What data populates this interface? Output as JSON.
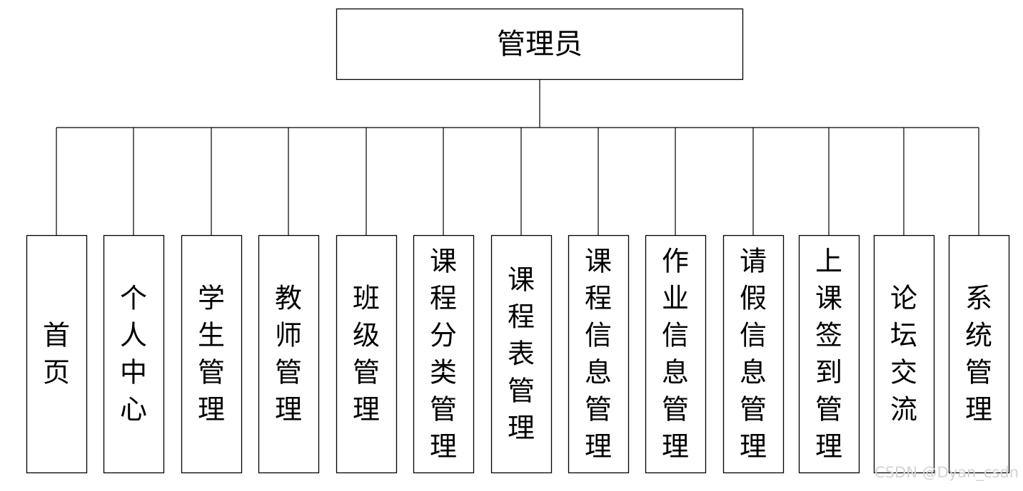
{
  "root": {
    "label": "管理员"
  },
  "children": [
    {
      "label": "首页"
    },
    {
      "label": "个人中心"
    },
    {
      "label": "学生管理"
    },
    {
      "label": "教师管理"
    },
    {
      "label": "班级管理"
    },
    {
      "label": "课程分类管理"
    },
    {
      "label": "课程表管理"
    },
    {
      "label": "课程信息管理"
    },
    {
      "label": "作业信息管理"
    },
    {
      "label": "请假信息管理"
    },
    {
      "label": "上课签到管理"
    },
    {
      "label": "论坛交流"
    },
    {
      "label": "系统管理"
    }
  ],
  "watermark": "CSDN @Dyan_csdn"
}
